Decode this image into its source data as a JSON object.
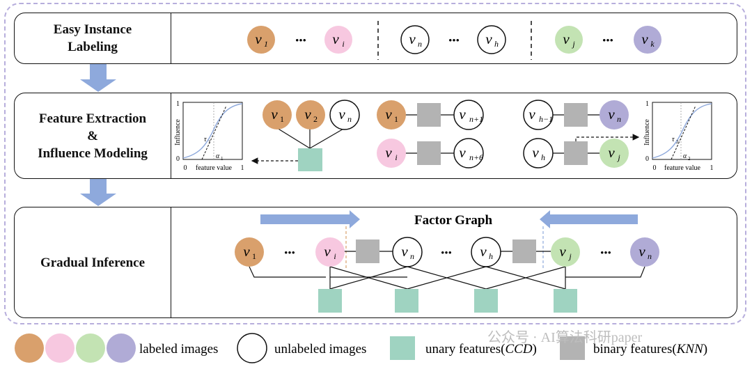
{
  "stages": [
    {
      "id": "easy",
      "label_lines": [
        "Easy Instance",
        "Labeling"
      ]
    },
    {
      "id": "feature",
      "label_lines": [
        "Feature Extraction",
        "&",
        "Influence Modeling"
      ]
    },
    {
      "id": "inference",
      "label_lines": [
        "Gradual Inference"
      ]
    }
  ],
  "easy_nodes": [
    {
      "base": "v",
      "sub": "1",
      "color": "#d9a06c"
    },
    {
      "base": "v",
      "sub": "i",
      "color": "#f7c8e0"
    },
    {
      "base": "v",
      "sub": "n",
      "color": "#ffffff"
    },
    {
      "base": "v",
      "sub": "h",
      "color": "#ffffff"
    },
    {
      "base": "v",
      "sub": "j",
      "color": "#c3e3b3"
    },
    {
      "base": "v",
      "sub": "k",
      "color": "#b0abd6"
    }
  ],
  "ellipsis": "•••",
  "curve_plots": [
    {
      "ylabel": "Influence",
      "xlabel": "feature value",
      "x0": "0",
      "x1": "1",
      "y0": "0",
      "y1": "1",
      "tau": "τ",
      "tau_sub": "1",
      "alpha": "α",
      "alpha_sub": "1"
    },
    {
      "ylabel": "Influence",
      "xlabel": "feature value",
      "x0": "0",
      "x1": "1",
      "y0": "0",
      "y1": "1",
      "tau": "τ",
      "tau_sub": "2",
      "alpha": "α",
      "alpha_sub": "2"
    }
  ],
  "feature_nodes": {
    "unary_group": [
      {
        "sub": "1",
        "color": "#d9a06c"
      },
      {
        "sub": "2",
        "color": "#d9a06c"
      },
      {
        "sub": "n",
        "color": "#ffffff"
      }
    ],
    "pairs": [
      {
        "left": {
          "sub": "1",
          "color": "#d9a06c"
        },
        "right": {
          "sub": "n+1",
          "color": "#ffffff"
        }
      },
      {
        "left": {
          "sub": "i",
          "color": "#f7c8e0"
        },
        "right": {
          "sub": "n+6",
          "color": "#ffffff"
        }
      },
      {
        "left": {
          "sub": "h−1",
          "color": "#ffffff"
        },
        "right": {
          "sub": "n",
          "color": "#b0abd6"
        }
      },
      {
        "left": {
          "sub": "h",
          "color": "#ffffff"
        },
        "right": {
          "sub": "j",
          "color": "#c3e3b3"
        }
      }
    ]
  },
  "factor_graph": {
    "title": "Factor Graph",
    "nodes": [
      {
        "sub": "1",
        "color": "#d9a06c"
      },
      {
        "sub": "i",
        "color": "#f7c8e0"
      },
      {
        "sub": "n",
        "color": "#ffffff"
      },
      {
        "sub": "h",
        "color": "#ffffff"
      },
      {
        "sub": "j",
        "color": "#c3e3b3"
      },
      {
        "sub": "n",
        "color": "#b0abd6"
      }
    ]
  },
  "legend": {
    "labeled": "labeled images",
    "unlabeled": "unlabeled images",
    "unary": "unary features(",
    "unary_var": "CCD",
    "binary": "binary features(",
    "binary_var": "KNN",
    "close_paren": ")"
  },
  "watermark": "公众号 · AI算法科研paper",
  "colors": {
    "orange": "#d9a06c",
    "pink": "#f7c8e0",
    "green": "#c3e3b3",
    "purple": "#b0abd6",
    "unary": "#9fd3c1",
    "binary": "#b3b3b3",
    "arrow": "#8ea9dc"
  }
}
